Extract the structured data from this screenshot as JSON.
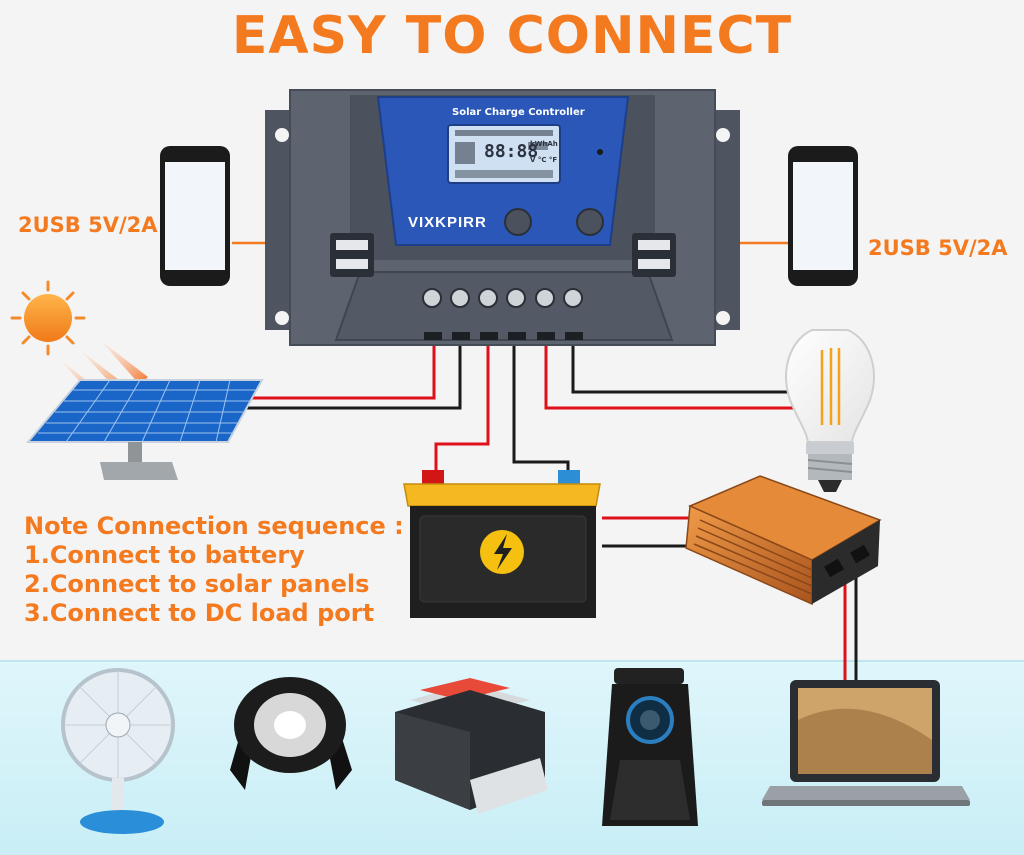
{
  "title": "EASY TO CONNECT",
  "usb_left_label": "2USB 5V/2A",
  "usb_right_label": "2USB 5V/2A",
  "controller": {
    "lcd_title": "Solar Charge Controller",
    "brand": "VIXKPIRR",
    "lcd_digits": "88:88",
    "lcd_units": "kWhAh",
    "lcd_temp": "V °C °F"
  },
  "note": {
    "heading": "Note Connection sequence :",
    "steps": [
      "1.Connect to battery",
      "2.Connect to solar panels",
      "3.Connect to DC load port"
    ]
  },
  "colors": {
    "accent": "#f47a20",
    "controller_body": "#5d6470",
    "lcd_panel": "#2a57b8",
    "wire_red": "#e0101a",
    "wire_black": "#1a1a1a",
    "battery_top": "#f5b820",
    "inverter": "#d8782c",
    "bottom_panel": "#d6f2f8"
  },
  "devices": [
    "fan-icon",
    "stage-light-icon",
    "printer-icon",
    "speaker-icon",
    "laptop-icon"
  ]
}
